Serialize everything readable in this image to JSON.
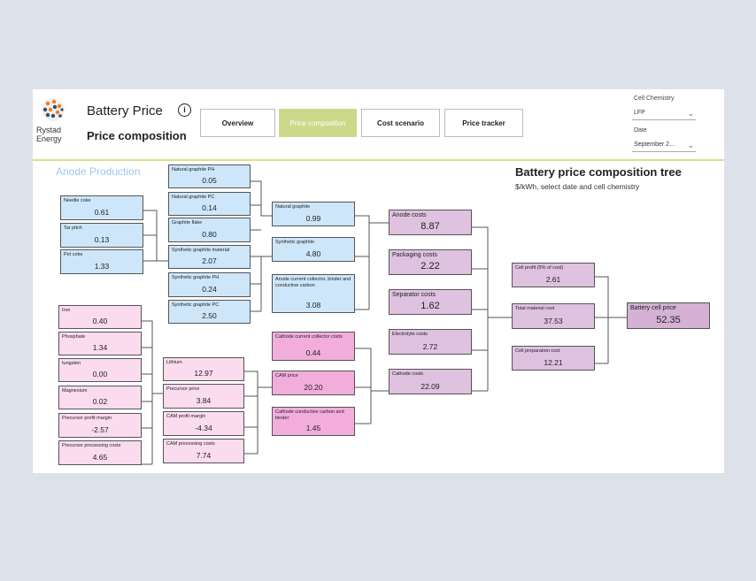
{
  "brand": {
    "name": "Rystad Energy"
  },
  "header": {
    "app_title": "Battery Price",
    "page_title": "Price composition"
  },
  "nav": [
    {
      "label": "Overview",
      "active": false
    },
    {
      "label": "Price composition",
      "active": true
    },
    {
      "label": "Cost scenario",
      "active": false
    },
    {
      "label": "Price tracker",
      "active": false
    }
  ],
  "filters": {
    "cell_chemistry": {
      "label": "Cell Chemistry",
      "value": "LFP"
    },
    "date": {
      "label": "Date",
      "value": "September 2..."
    }
  },
  "section_label": "Anode Production",
  "tree": {
    "title": "Battery price composition tree",
    "subtitle": "$/kWh, select date and cell chemistry"
  },
  "nodes": {
    "needle_coke": {
      "label": "Needle coke",
      "value": "0.61"
    },
    "tar_pitch": {
      "label": "Tar pitch",
      "value": "0.13"
    },
    "pet_coke": {
      "label": "Pet coke",
      "value": "1.33"
    },
    "natural_graphite_ph": {
      "label": "Natural graphite PH",
      "value": "0.05"
    },
    "natural_graphite_pc": {
      "label": "Natural graphite PC",
      "value": "0.14"
    },
    "graphite_flake": {
      "label": "Graphite flake",
      "value": "0.80"
    },
    "synthetic_graphite_material": {
      "label": "Synthetic graphite material",
      "value": "2.07"
    },
    "synthetic_graphite_ph": {
      "label": "Synthetic graphite PH",
      "value": "0.24"
    },
    "synthetic_graphite_pc": {
      "label": "Synthetic graphite PC",
      "value": "2.50"
    },
    "natural_graphite": {
      "label": "Natural graphite",
      "value": "0.99"
    },
    "synthetic_graphite": {
      "label": "Synthetic graphite",
      "value": "4.80"
    },
    "anode_current_collector": {
      "label": "Anode current collector, binder and conductive carbon",
      "value": "3.08"
    },
    "iron": {
      "label": "Iron",
      "value": "0.40"
    },
    "phosphate": {
      "label": "Phosphate",
      "value": "1.34"
    },
    "tungsten": {
      "label": "tungsten",
      "value": "0.00"
    },
    "magnesium": {
      "label": "Magnesium",
      "value": "0.02"
    },
    "precursor_profit_margin": {
      "label": "Precursor profit margin",
      "value": "-2.57"
    },
    "precursor_processing_costs": {
      "label": "Precursor processing costs",
      "value": "4.65"
    },
    "lithium": {
      "label": "Lithium",
      "value": "12.97"
    },
    "precursor_price": {
      "label": "Precursor price",
      "value": "3.84"
    },
    "cam_profit_margin": {
      "label": "CAM profit margin",
      "value": "-4.34"
    },
    "cam_processing_costs": {
      "label": "CAM processing costs",
      "value": "7.74"
    },
    "cathode_current_collector": {
      "label": "Cathode current collector costs",
      "value": "0.44"
    },
    "cam_price": {
      "label": "CAM price",
      "value": "20.20"
    },
    "cathode_conductive_carbon": {
      "label": "Cathode conductive carbon and binder",
      "value": "1.45"
    },
    "anode_costs": {
      "label": "Anode costs",
      "value": "8.87"
    },
    "packaging_costs": {
      "label": "Packaging costs",
      "value": "2.22"
    },
    "separator_costs": {
      "label": "Separator costs",
      "value": "1.62"
    },
    "electrolyte_costs": {
      "label": "Electrolyte costs",
      "value": "2.72"
    },
    "cathode_costs": {
      "label": "Cathode costs",
      "value": "22.09"
    },
    "cell_profit": {
      "label": "Cell profit (5% of cost)",
      "value": "2.61"
    },
    "total_material_cost": {
      "label": "Total material cost",
      "value": "37.53"
    },
    "cell_preparation_cost": {
      "label": "Cell preparation cost",
      "value": "12.21"
    },
    "battery_cell_price": {
      "label": "Battery cell price",
      "value": "52.35"
    }
  },
  "colors": {
    "accent": "#cdd98a",
    "anode_node": "#cde6fa",
    "cathode_node": "#fbdbee",
    "cathode_mid": "#f2addd",
    "cost_node": "#dfc1e0"
  }
}
